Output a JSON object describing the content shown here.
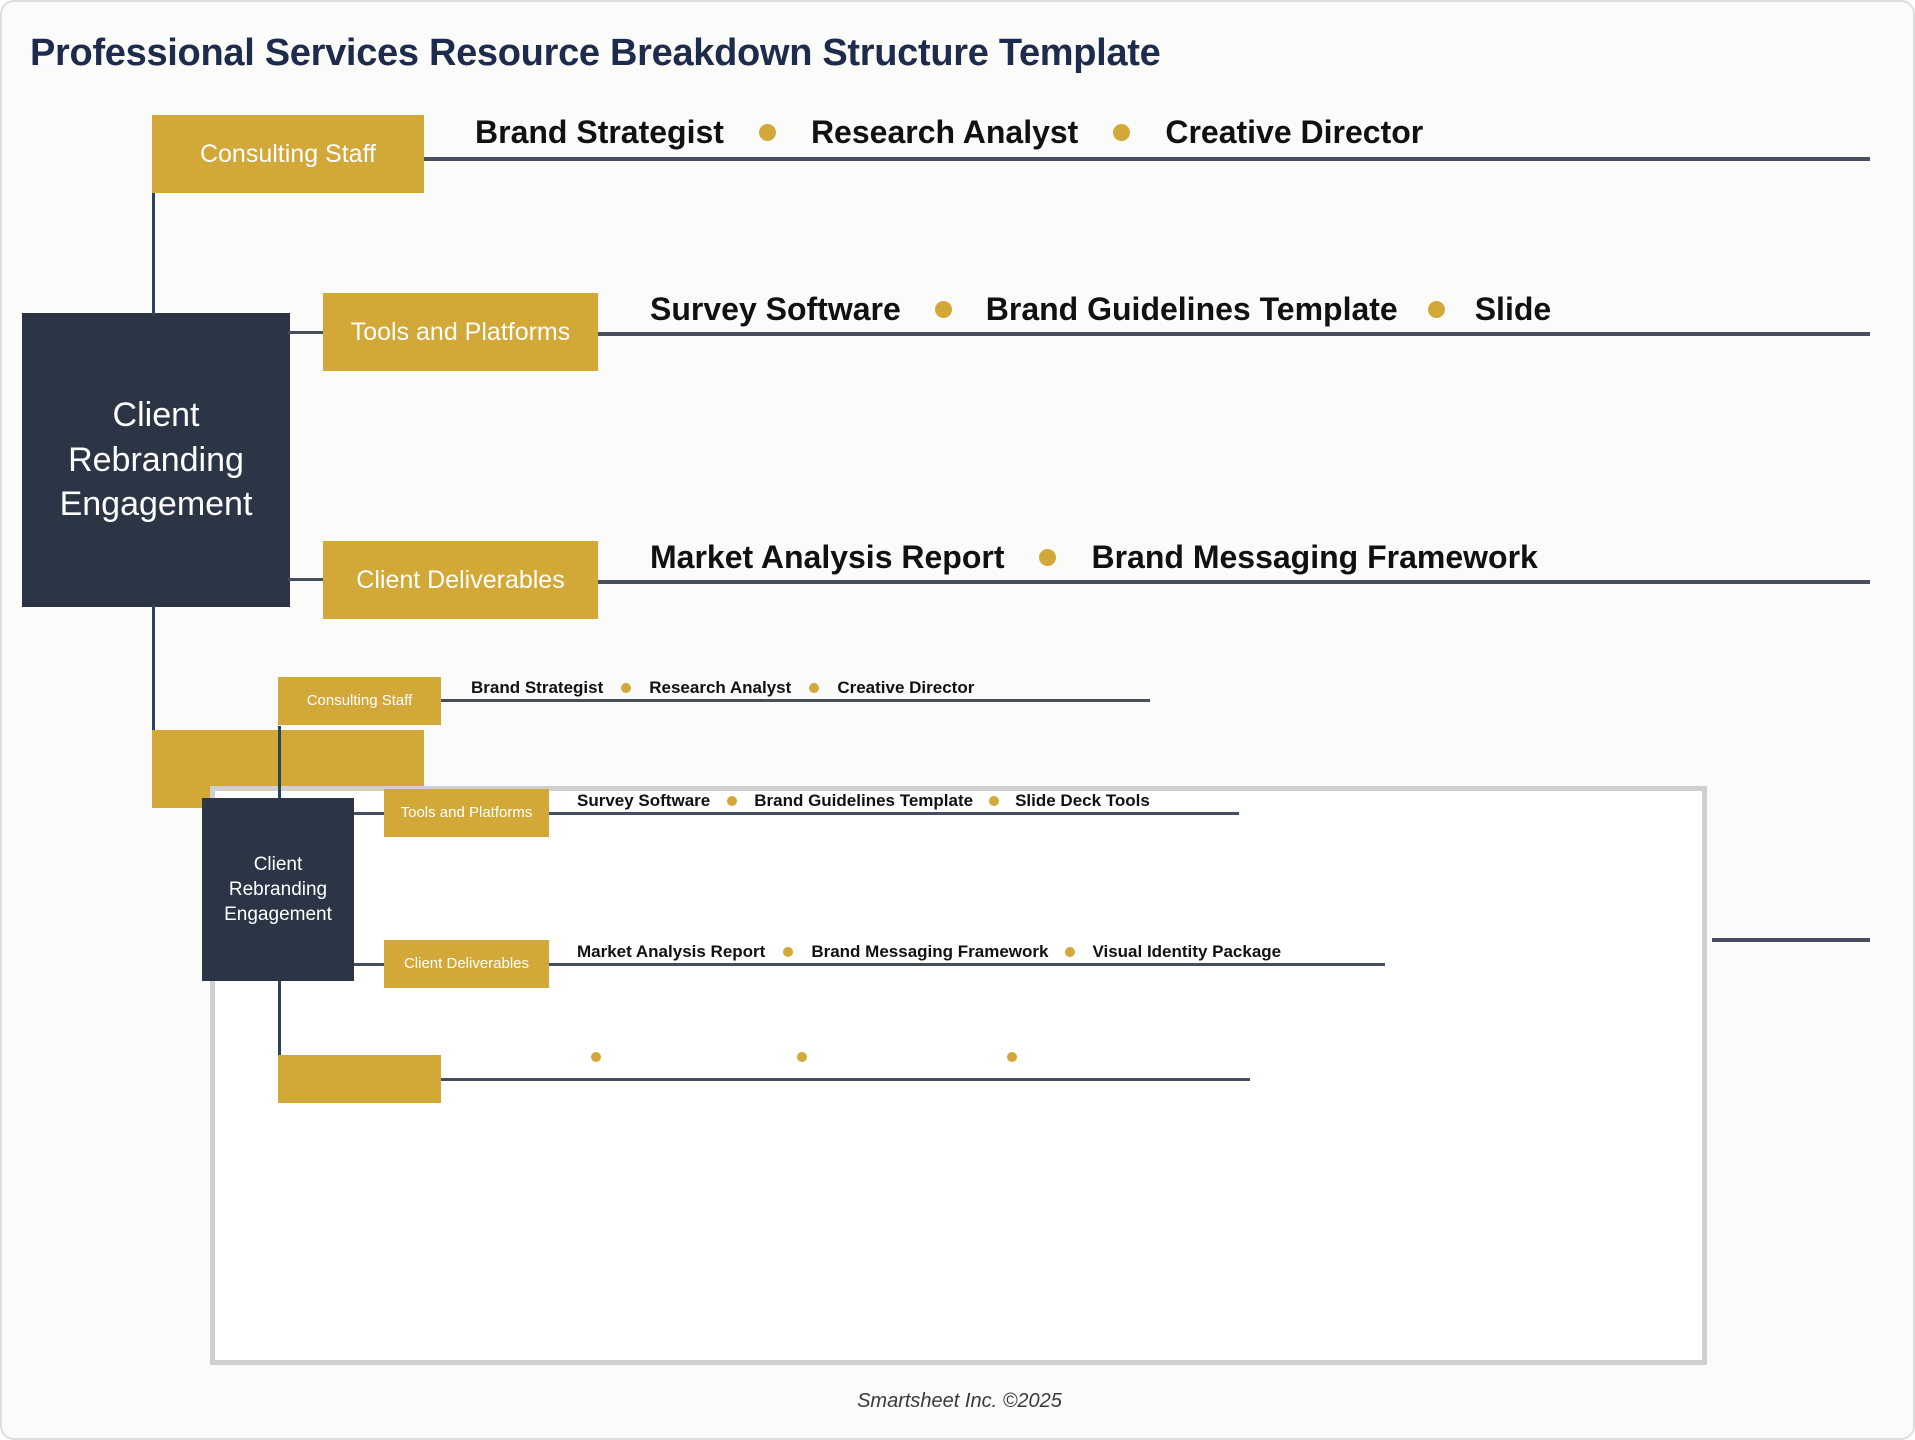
{
  "page": {
    "title": "Professional Services Resource Breakdown Structure Template",
    "footer": "Smartsheet Inc. ©2025",
    "colors": {
      "gold": "#d2a839",
      "navy": "#2b3546",
      "title": "#1d2b4d",
      "line": "#454f5f",
      "panel_border": "#cfcfcf",
      "canvas_border": "#dedede",
      "leaf_text": "#111111"
    }
  },
  "outer_diagram": {
    "root_label": "Client\nRebranding\nEngagement",
    "root_lines": [
      "Client",
      "Rebranding",
      "Engagement"
    ],
    "branches": [
      {
        "label": "Consulting Staff",
        "leaves": [
          "Brand Strategist",
          "Research Analyst",
          "Creative Director"
        ]
      },
      {
        "label": "Tools and Platforms",
        "leaves": [
          "Survey Software",
          "Brand Guidelines Template",
          "Slide"
        ]
      },
      {
        "label": "Client Deliverables",
        "leaves": [
          "Market Analysis Report",
          "Brand Messaging Framework"
        ]
      },
      {
        "label": "",
        "leaves": []
      }
    ]
  },
  "inner_diagram": {
    "root_label": "Client\nRebranding\nEngagement",
    "root_lines": [
      "Client",
      "Rebranding",
      "Engagement"
    ],
    "branches": [
      {
        "label": "Consulting Staff",
        "leaves": [
          "Brand Strategist",
          "Research Analyst",
          "Creative Director"
        ]
      },
      {
        "label": "Tools and Platforms",
        "leaves": [
          "Survey Software",
          "Brand Guidelines Template",
          "Slide Deck Tools"
        ]
      },
      {
        "label": "Client Deliverables",
        "leaves": [
          "Market Analysis Report",
          "Brand Messaging Framework",
          "Visual Identity Package"
        ]
      },
      {
        "label": "",
        "leaves": [
          "",
          "",
          ""
        ]
      }
    ]
  }
}
